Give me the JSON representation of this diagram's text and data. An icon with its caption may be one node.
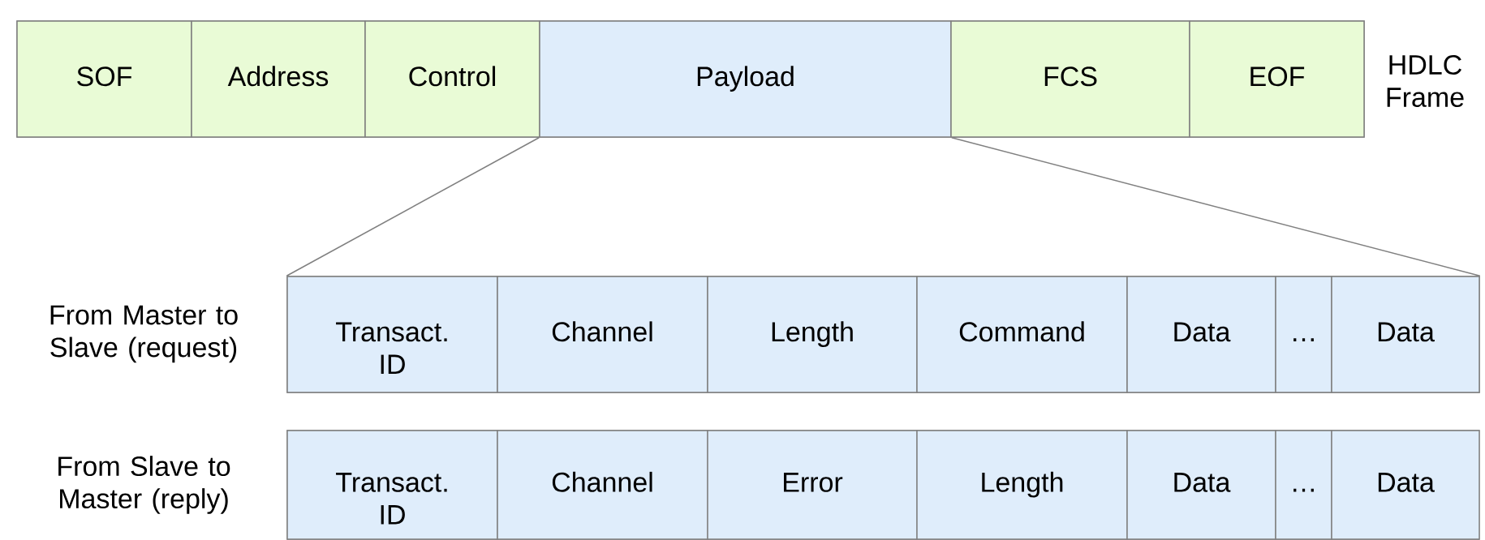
{
  "diagram": {
    "nodes": [
      {
        "text": [],
        "shape": "box",
        "beside": [
          "HDLC Frame"
        ]
      },
      {
        "text": [
          "SOF"
        ],
        "in": 0
      },
      {
        "text": [
          "Address"
        ],
        "in": 0
      },
      {
        "text": [
          "Control"
        ],
        "in": 0
      },
      {
        "text": [
          "Payload"
        ],
        "in": 0
      },
      {
        "text": [
          "FCS"
        ],
        "in": 0
      },
      {
        "text": [
          "EOF"
        ],
        "in": 0
      },
      {
        "text": [],
        "shape": "box",
        "beside": [
          "From Master to Slave (request)"
        ]
      },
      {
        "text": [
          "Transact. ID"
        ],
        "in": 7
      },
      {
        "text": [
          "Channel"
        ],
        "in": 7
      },
      {
        "text": [
          "Length"
        ],
        "in": 7
      },
      {
        "text": [
          "Command"
        ],
        "in": 7
      },
      {
        "text": [
          "Data"
        ],
        "in": 7
      },
      {
        "text": [
          "…"
        ],
        "in": 7
      },
      {
        "text": [
          "Data"
        ],
        "in": 7
      },
      {
        "text": [],
        "shape": "box",
        "beside": [
          "From Slave to Master (reply)"
        ]
      },
      {
        "text": [
          "Transact. ID"
        ],
        "in": 15
      },
      {
        "text": [
          "Channel"
        ],
        "in": 15
      },
      {
        "text": [
          "Error"
        ],
        "in": 15
      },
      {
        "text": [
          "Length"
        ],
        "in": 15
      },
      {
        "text": [
          "Data"
        ],
        "in": 15
      },
      {
        "text": [
          "…"
        ],
        "in": 15
      },
      {
        "text": [
          "Data"
        ],
        "in": 15
      }
    ],
    "edges": [
      {
        "from": 4,
        "to": 7,
        "arrow": "none"
      },
      {
        "from": 4,
        "to": 7,
        "arrow": "none"
      }
    ]
  }
}
